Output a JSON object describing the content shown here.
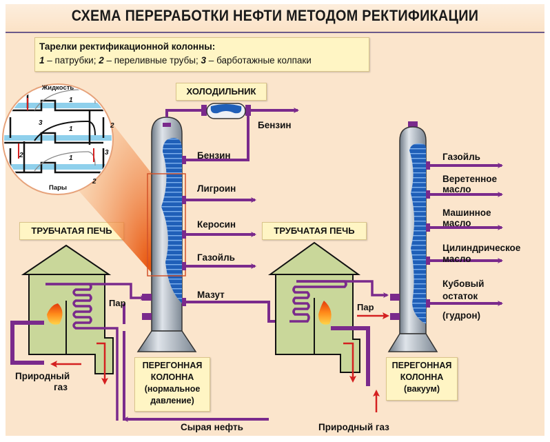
{
  "title": "СХЕМА ПЕРЕРАБОТКИ НЕФТИ МЕТОДОМ РЕКТИФИКАЦИИ",
  "legend": {
    "heading": "Тарелки ректификационной колонны:",
    "items": [
      {
        "num": "1",
        "text": "патрубки"
      },
      {
        "num": "2",
        "text": "переливные трубы"
      },
      {
        "num": "3",
        "text": "барботажные колпаки"
      }
    ]
  },
  "inset": {
    "top_label": "Жидкость",
    "bottom_label": "Пары",
    "markers": [
      "1",
      "1",
      "1",
      "2",
      "2",
      "2",
      "3",
      "3"
    ]
  },
  "cooler": {
    "label": "ХОЛОДИЛЬНИК"
  },
  "furnaces": [
    {
      "label": "ТРУБЧАТАЯ ПЕЧЬ"
    },
    {
      "label": "ТРУБЧАТАЯ ПЕЧЬ"
    }
  ],
  "column_atmospheric": {
    "caption": [
      "ПЕРЕГОННАЯ",
      "КОЛОННА",
      "(нормальное",
      "давление)"
    ],
    "outputs": [
      "Бензин",
      "Бензин",
      "Лигроин",
      "Керосин",
      "Газойль",
      "Мазут"
    ],
    "steam_label": "Пар"
  },
  "column_vacuum": {
    "caption": [
      "ПЕРЕГОННАЯ",
      "КОЛОННА",
      "(вакуум)"
    ],
    "outputs": [
      [
        "Газойль"
      ],
      [
        "Веретенное",
        "масло"
      ],
      [
        "Машинное",
        "масло"
      ],
      [
        "Цилиндрическое",
        "масло"
      ],
      [
        "Кубовый",
        "остаток"
      ],
      [
        "(гудрон)"
      ]
    ],
    "steam_label": "Пар"
  },
  "inputs": {
    "crude_oil": "Сырая нефть",
    "natural_gas_left": [
      "Природный",
      "газ"
    ],
    "natural_gas_right": "Природный газ"
  },
  "colors": {
    "background": "#fbe5cc",
    "pipe": "#7a2a8c",
    "tray_blue": "#1f5fb8",
    "column_gray": "#a7b0ba",
    "furnace_green": "#c9d79a",
    "heat_arrow": "#d42020",
    "tag_fill": "#fff5c4"
  }
}
